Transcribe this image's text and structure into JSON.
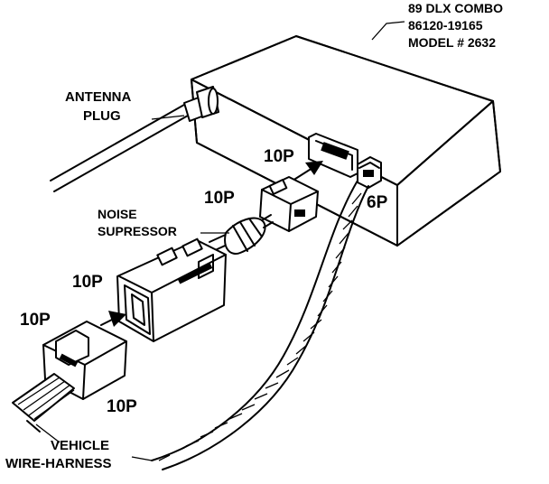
{
  "unit": {
    "line1": "89 DLX COMBO",
    "line2": "86120-19165",
    "line3": "MODEL # 2632"
  },
  "labels": {
    "antenna_line1": "ANTENNA",
    "antenna_line2": "PLUG",
    "noise_line1": "NOISE",
    "noise_line2": "SUPRESSOR",
    "vehicle_line1": "VEHICLE",
    "vehicle_line2": "WIRE-HARNESS"
  },
  "connectors": {
    "unit_socket": "10P",
    "unit_6p": "6P",
    "suppressor_out": "10P",
    "suppressor_in": "10P",
    "harness_plug": "10P",
    "harness_bottom": "10P"
  }
}
